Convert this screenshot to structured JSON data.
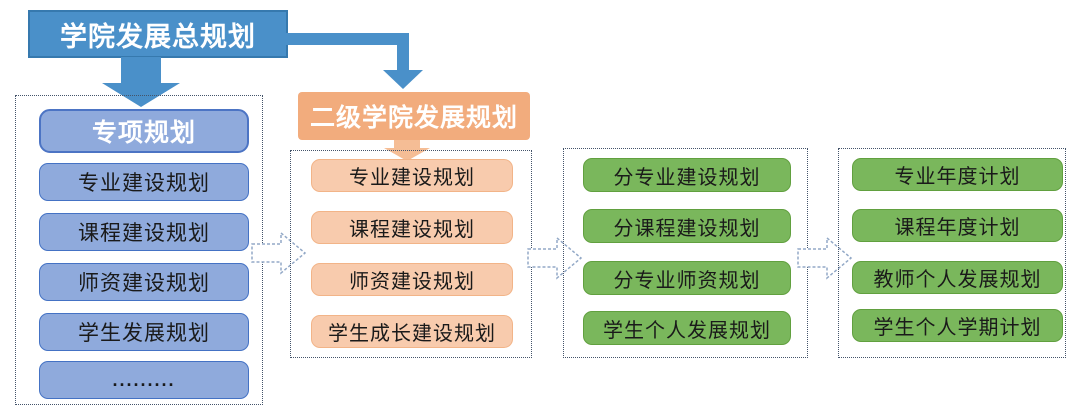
{
  "diagram": {
    "master_plan": "学院发展总规划",
    "groups": [
      {
        "name": "special-plans",
        "header": "专项规划",
        "items": [
          "专业建设规划",
          "课程建设规划",
          "师资建设规划",
          "学生发展规划",
          "........."
        ]
      },
      {
        "name": "secondary-college-plans",
        "header": "二级学院发展规划",
        "items": [
          "专业建设规划",
          "课程建设规划",
          "师资建设规划",
          "学生成长建设规划"
        ]
      },
      {
        "name": "per-major-plans",
        "items": [
          "分专业建设规划",
          "分课程建设规划",
          "分专业师资规划",
          "学生个人发展规划"
        ]
      },
      {
        "name": "individual-annual-plans",
        "items": [
          "专业年度计划",
          "课程年度计划",
          "教师个人发展规划",
          "学生个人学期计划"
        ]
      }
    ],
    "colors": {
      "primary_blue": "#4A90C9",
      "light_blue": "#8FAADC",
      "orange": "#F2AC7D",
      "peach": "#F8CBAD",
      "green": "#7AB75C",
      "container_border": "#44546A"
    }
  }
}
